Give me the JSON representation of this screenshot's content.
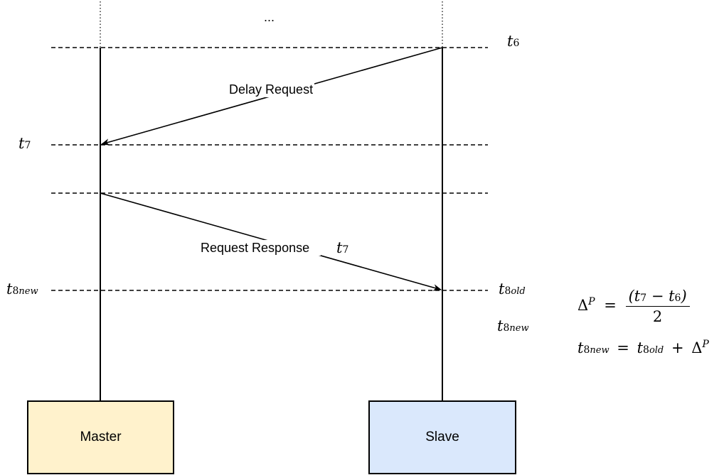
{
  "lifelines": {
    "master_label": "Master",
    "slave_label": "Slave",
    "master_color": "#fff2cc",
    "slave_color": "#dae8fc"
  },
  "ellipsis": "...",
  "messages": {
    "delay_request": "Delay Request",
    "request_response": "Request Response"
  },
  "time_labels": {
    "t6": {
      "base": "t",
      "sub": "6"
    },
    "t7_left": {
      "base": "t",
      "sub": "7"
    },
    "t7_response": {
      "base": "t",
      "sub": "7"
    },
    "t8new_left": {
      "base": "t",
      "sub": "8",
      "subsub": "new"
    },
    "t8old_right": {
      "base": "t",
      "sub": "8",
      "subsub": "old"
    },
    "t8new_right": {
      "base": "t",
      "sub": "8",
      "subsub": "new"
    }
  },
  "equations": {
    "delta_symbol": "Δ",
    "delta_sup": "P",
    "equals": "=",
    "numerator": "(t",
    "num_sub_a": "7",
    "minus": " − t",
    "num_sub_b": "6",
    "close_paren": ")",
    "denominator": "2",
    "line2_lhs_base": "t",
    "line2_lhs_sub": "8",
    "line2_lhs_subsub": "new",
    "line2_equals": "=",
    "line2_rhs_base": "t",
    "line2_rhs_sub": "8",
    "line2_rhs_subsub": "old",
    "plus": "+",
    "line2_delta": "Δ",
    "line2_delta_sup": "P"
  }
}
